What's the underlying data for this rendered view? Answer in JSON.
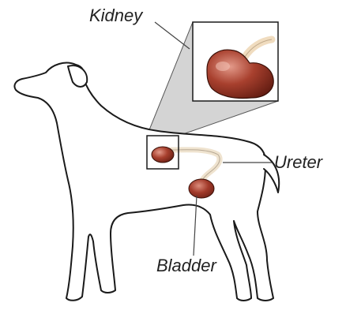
{
  "labels": {
    "kidney": "Kidney",
    "ureter": "Ureter",
    "bladder": "Bladder"
  },
  "colors": {
    "outline": "#1a1a1a",
    "organ": "#a23a2a",
    "organ_dark": "#6e1f14",
    "organ_light": "#d98a7a",
    "ureter_tube": "#efe3cf",
    "zoom_fill": "#d4d4d4",
    "leader": "#444444"
  },
  "icons": {
    "subject": "dog-outline",
    "zoom": "magnifier-callout"
  }
}
